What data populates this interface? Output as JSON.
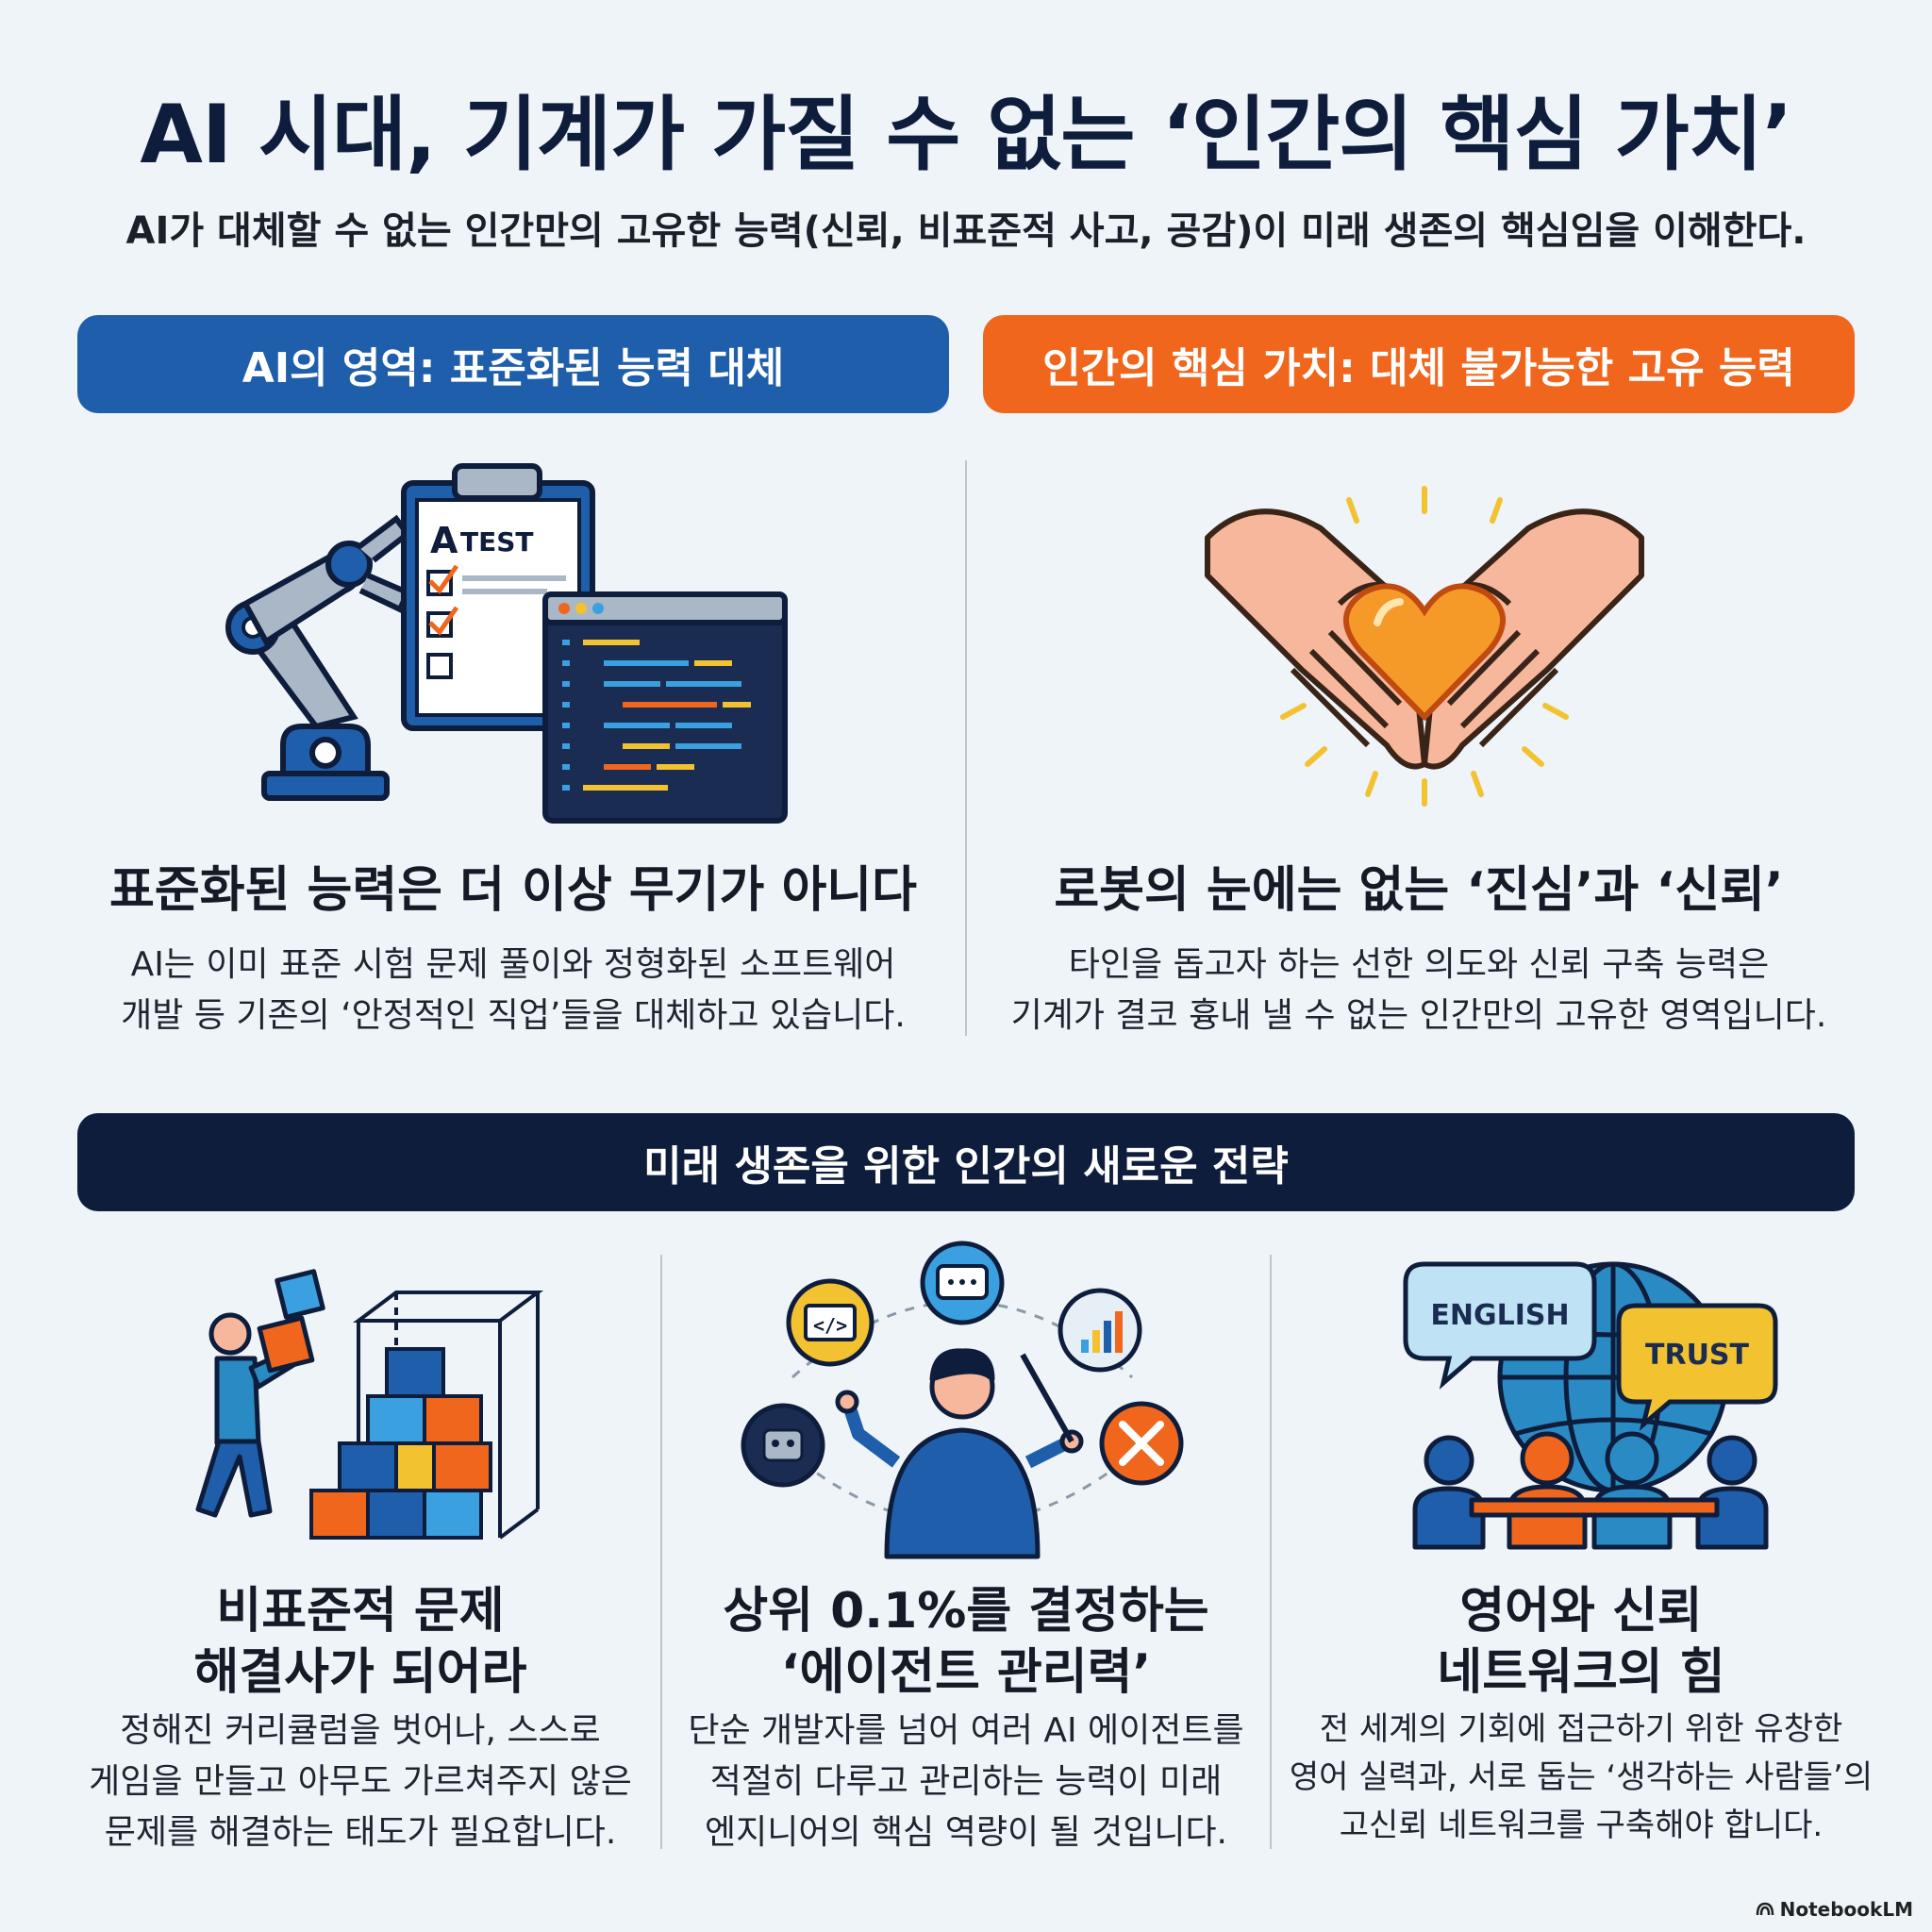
{
  "title": "AI 시대, 기계가 가질 수 없는 ‘인간의 핵심 가치’",
  "subtitle": "AI가 대체할 수 없는 인간만의 고유한 능력(신뢰, 비표준적 사고, 공감)이 미래 생존의 핵심임을 이해한다.",
  "top_sections": {
    "ai_label": "AI의 영역: 표준화된 능력 대체",
    "human_label": "인간의 핵심 가치: 대체 불가능한 고유 능력"
  },
  "ai_card": {
    "clipboard_letter": "A",
    "clipboard_word": "TEST",
    "heading": "표준화된 능력은 더 이상 무기가 아니다",
    "body_line1": "AI는 이미 표준 시험 문제 풀이와 정형화된 소프트웨어",
    "body_line2": "개발 등 기존의 ‘안정적인 직업’들을 대체하고 있습니다."
  },
  "human_card": {
    "heading": "로봇의 눈에는 없는 ‘진심’과 ‘신뢰’",
    "body_line1": "타인을 돕고자 하는 선한 의도와 신뢰 구축 능력은",
    "body_line2": "기계가 결코 흉내 낼 수 없는 인간만의 고유한 영역입니다."
  },
  "strategy_banner": "미래 생존을 위한 인간의 새로운 전략",
  "strategies": [
    {
      "heading_line1": "비표준적 문제",
      "heading_line2": "해결사가 되어라",
      "body_line1": "정해진 커리큘럼을 벗어나, 스스로",
      "body_line2": "게임을 만들고 아무도 가르쳐주지 않은",
      "body_line3": "문제를 해결하는 태도가 필요합니다."
    },
    {
      "heading_line1": "상위 0.1%를 결정하는",
      "heading_line2": "‘에이전트 관리력’",
      "body_line1": "단순 개발자를 넘어 여러 AI 에이전트를",
      "body_line2": "적절히 다루고 관리하는 능력이 미래",
      "body_line3": "엔지니어의 핵심 역량이 될 것입니다."
    },
    {
      "heading_line1": "영어와 신뢰",
      "heading_line2": "네트워크의 힘",
      "body_line1": "전 세계의 기회에 접근하기 위한 유창한",
      "body_line2": "영어 실력과, 서로 돕는 ‘생각하는 사람들’의",
      "body_line3": "고신뢰 네트워크를 구축해야 합니다.",
      "bubble_english": "ENGLISH",
      "bubble_trust": "TRUST"
    }
  ],
  "brand": "NotebookLM",
  "colors": {
    "blue": "#1f5eaa",
    "orange": "#f0661c",
    "navy": "#0e1d3c",
    "background": "#eef4f8"
  }
}
